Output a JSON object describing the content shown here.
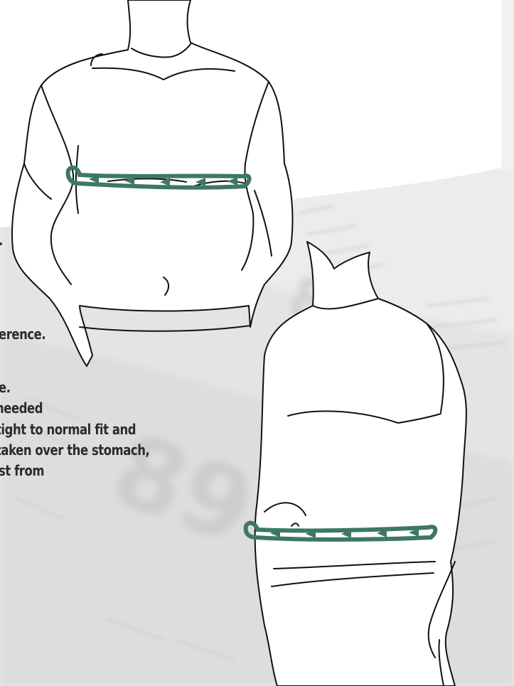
{
  "background": {
    "paper_color": "#ffffff",
    "tape_color": "#e2e2e2",
    "tape_digits": [
      "8",
      "89"
    ]
  },
  "instructions": {
    "lines": [
      ".",
      "erence.",
      "e.",
      " needed",
      " tight to normal fit and",
      " taken over the stomach,",
      "st from"
    ]
  },
  "figures": {
    "chest_figure": {
      "measurement": "chest-circumference",
      "tape_color": "#3d7866"
    },
    "waist_figure": {
      "measurement": "waist-circumference",
      "tape_color": "#3d7866"
    }
  }
}
